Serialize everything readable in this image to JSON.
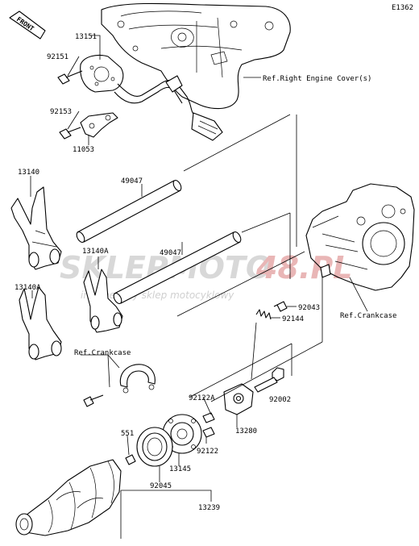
{
  "diagram_id": "E1362",
  "front_label": "FRONT",
  "labels": {
    "p13151": "13151",
    "p92151": "92151",
    "p92153": "92153",
    "p11053": "11053",
    "ref_right_cover": "Ref.Right Engine Cover(s)",
    "p13140": "13140",
    "p49047a": "49047",
    "p13140a_upper": "13140A",
    "p49047b": "49047",
    "p13140a_lower": "13140A",
    "ref_crankcase_right": "Ref.Crankcase",
    "p92043": "92043",
    "p92144": "92144",
    "ref_crankcase_left": "Ref.Crankcase",
    "p92122a": "92122A",
    "p92002": "92002",
    "p13280": "13280",
    "p92122": "92122",
    "p551": "551",
    "p13145": "13145",
    "p92045": "92045",
    "p13239": "13239"
  },
  "watermark": {
    "brand_a": "SKLEPMOTO",
    "brand_b": "48.PL",
    "tagline": "internetowy sklep motocyklowy"
  }
}
